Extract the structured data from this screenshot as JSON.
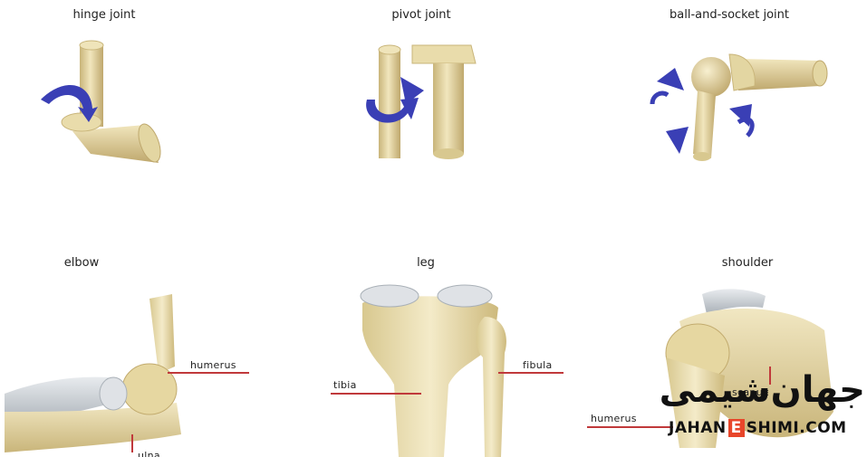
{
  "panels": [
    {
      "title": "hinge joint"
    },
    {
      "title": "pivot joint"
    },
    {
      "title": "ball-and-socket joint"
    },
    {
      "title": "elbow",
      "labels": [
        "humerus",
        "ulna"
      ]
    },
    {
      "title": "leg",
      "labels": [
        "tibia",
        "fibula"
      ]
    },
    {
      "title": "shoulder",
      "labels": [
        "humerus",
        "scapula"
      ]
    }
  ],
  "watermark": {
    "arabic": "جهان‌شیمی",
    "english_left": "JAHAN",
    "english_mid": "E",
    "english_right": "SHIMI.COM"
  },
  "colors": {
    "bone": "#eadfb0",
    "bone_dark": "#c9b57a",
    "cartilage": "#d9dde2",
    "arrow": "#3a3fb5",
    "leader": "#c0393b",
    "watermark_accent": "#e8462a"
  }
}
